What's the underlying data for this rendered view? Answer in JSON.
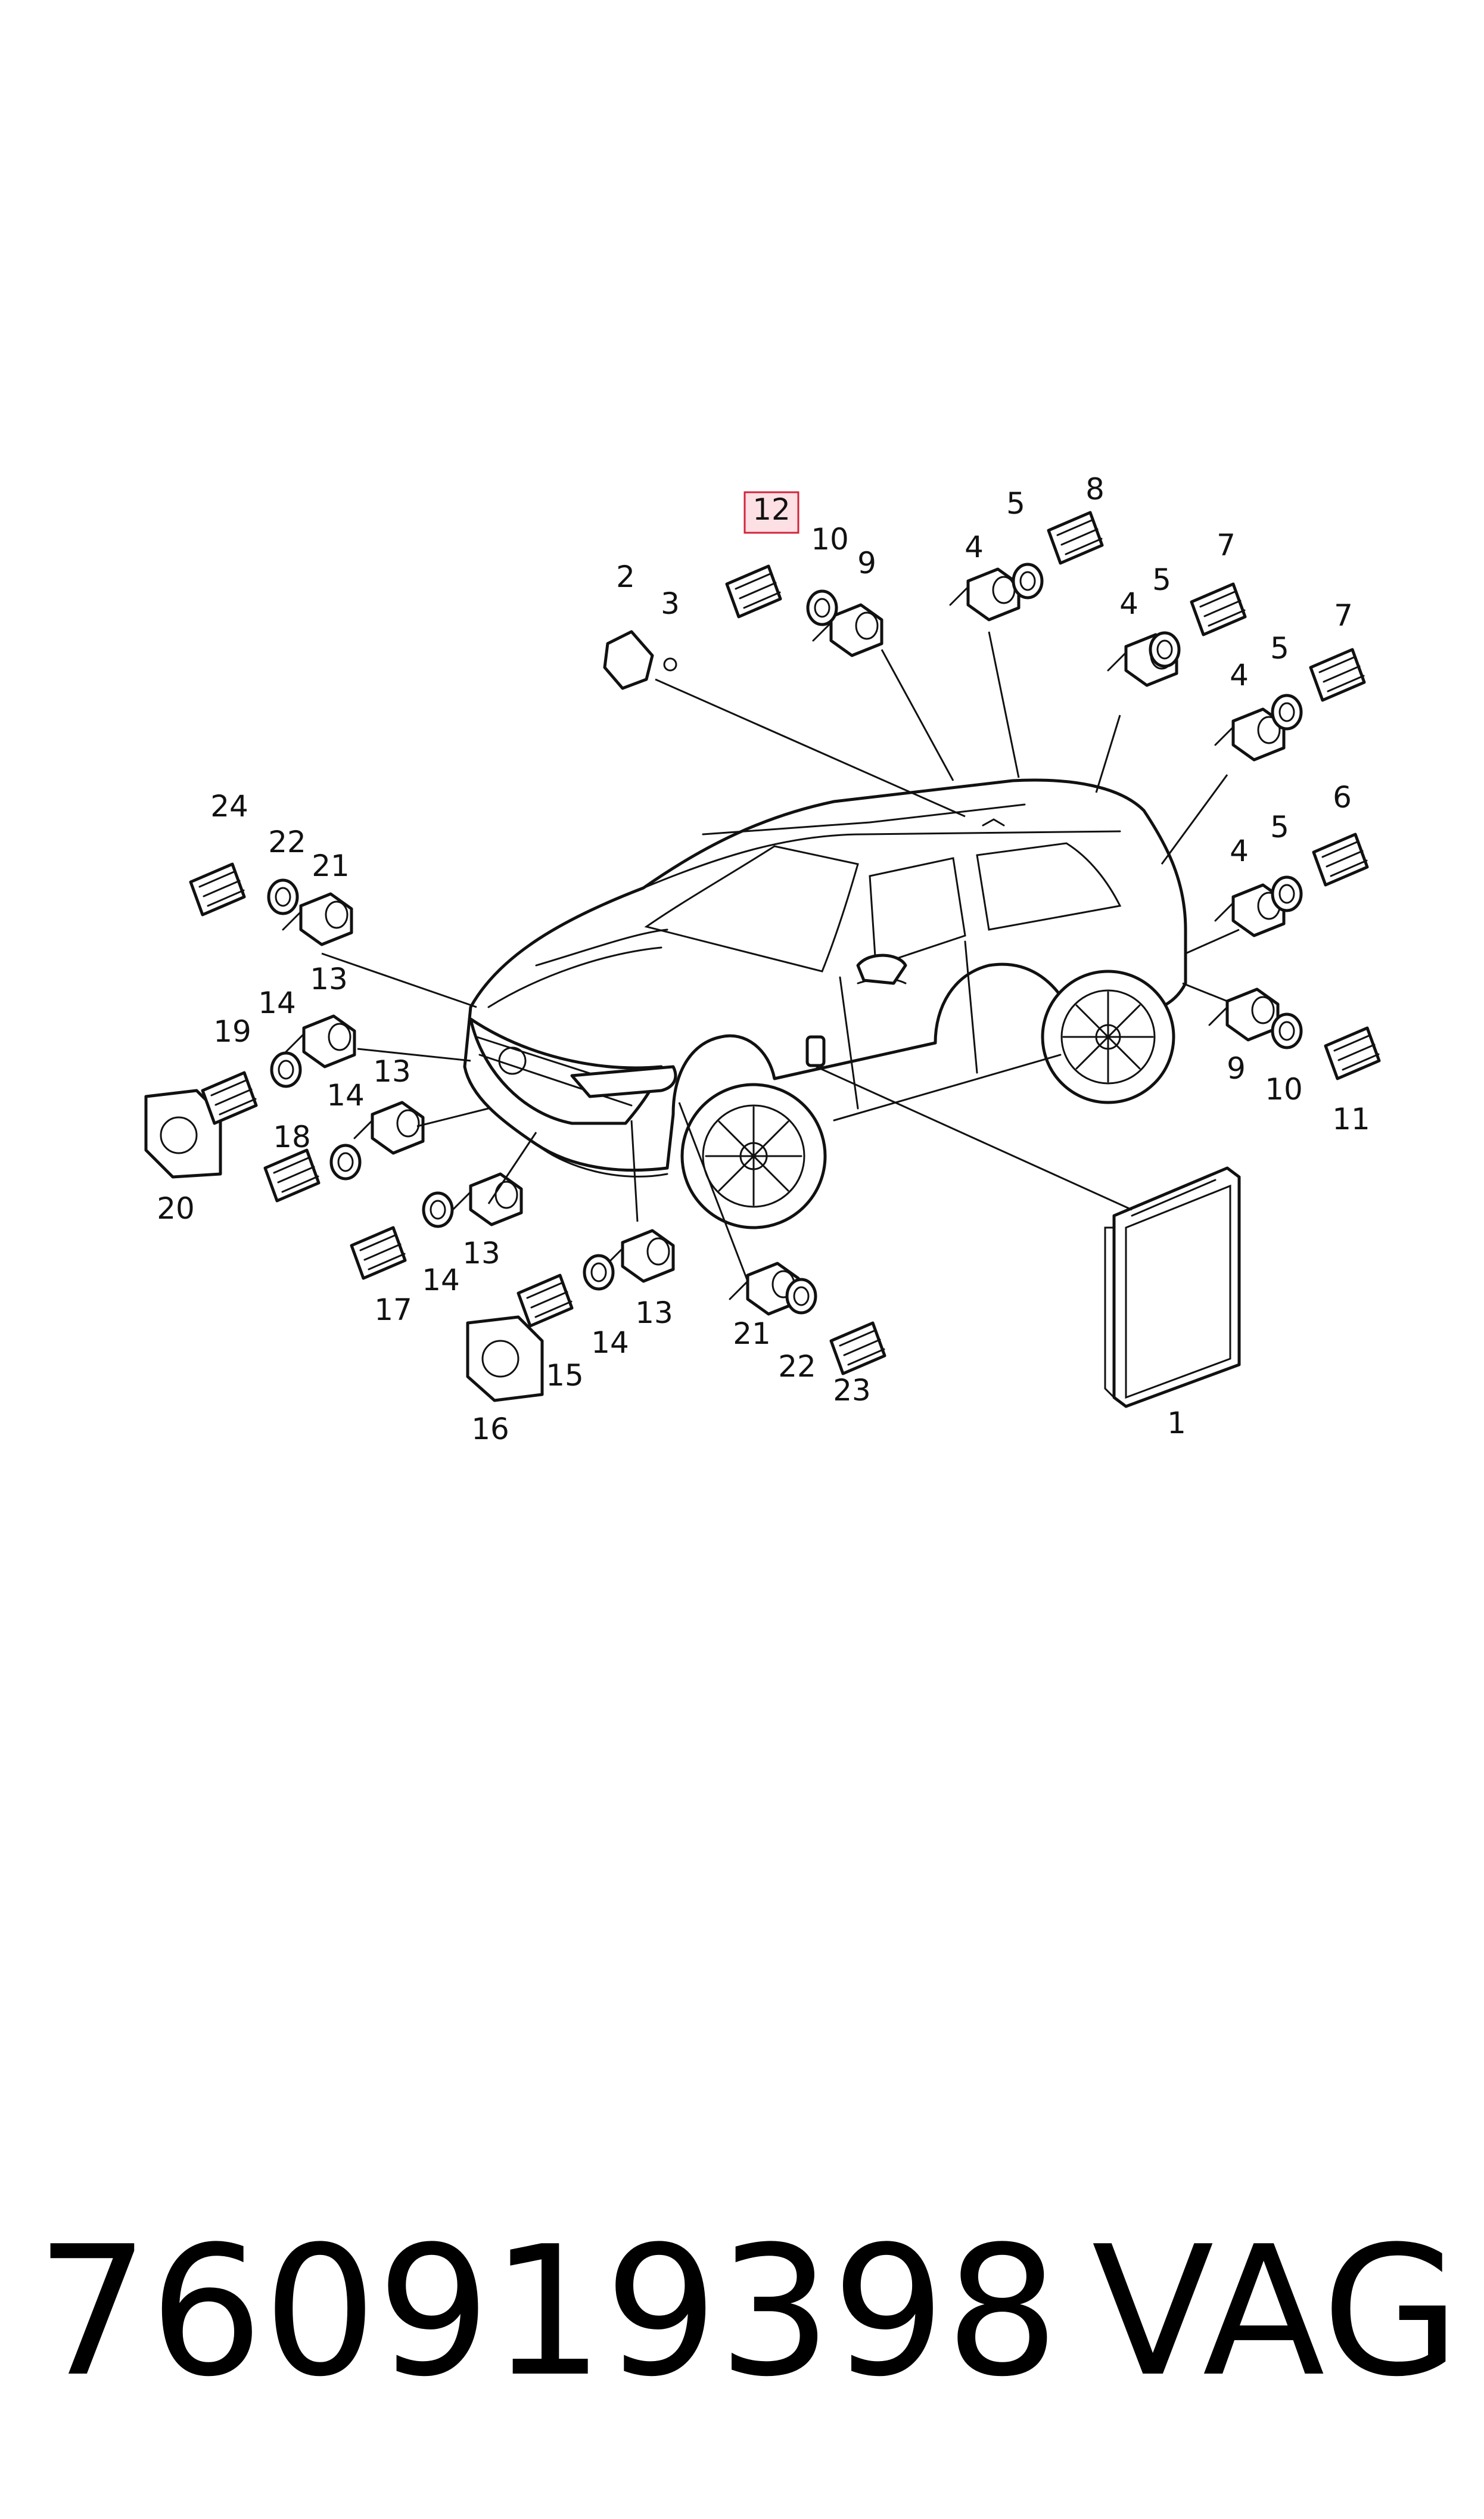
{
  "diagram": {
    "callouts": [
      {
        "id": "c1",
        "label": "1"
      },
      {
        "id": "c2",
        "label": "2"
      },
      {
        "id": "c3",
        "label": "3"
      },
      {
        "id": "c4a",
        "label": "4"
      },
      {
        "id": "c4b",
        "label": "4"
      },
      {
        "id": "c4c",
        "label": "4"
      },
      {
        "id": "c4d",
        "label": "4"
      },
      {
        "id": "c5a",
        "label": "5"
      },
      {
        "id": "c5b",
        "label": "5"
      },
      {
        "id": "c5c",
        "label": "5"
      },
      {
        "id": "c5d",
        "label": "5"
      },
      {
        "id": "c6",
        "label": "6"
      },
      {
        "id": "c7a",
        "label": "7"
      },
      {
        "id": "c7b",
        "label": "7"
      },
      {
        "id": "c8",
        "label": "8"
      },
      {
        "id": "c9a",
        "label": "9"
      },
      {
        "id": "c9b",
        "label": "9"
      },
      {
        "id": "c10a",
        "label": "10"
      },
      {
        "id": "c10b",
        "label": "10"
      },
      {
        "id": "c11",
        "label": "11"
      },
      {
        "id": "c12",
        "label": "12"
      },
      {
        "id": "c13a",
        "label": "13"
      },
      {
        "id": "c13b",
        "label": "13"
      },
      {
        "id": "c13c",
        "label": "13"
      },
      {
        "id": "c13d",
        "label": "13"
      },
      {
        "id": "c14a",
        "label": "14"
      },
      {
        "id": "c14b",
        "label": "14"
      },
      {
        "id": "c14c",
        "label": "14"
      },
      {
        "id": "c14d",
        "label": "14"
      },
      {
        "id": "c15",
        "label": "15"
      },
      {
        "id": "c16",
        "label": "16"
      },
      {
        "id": "c17",
        "label": "17"
      },
      {
        "id": "c18",
        "label": "18"
      },
      {
        "id": "c19",
        "label": "19"
      },
      {
        "id": "c20",
        "label": "20"
      },
      {
        "id": "c21a",
        "label": "21"
      },
      {
        "id": "c21b",
        "label": "21"
      },
      {
        "id": "c22a",
        "label": "22"
      },
      {
        "id": "c22b",
        "label": "22"
      },
      {
        "id": "c23",
        "label": "23"
      },
      {
        "id": "c24",
        "label": "24"
      }
    ],
    "highlighted_callout": "12",
    "highlight_color": "#d3253a"
  },
  "footer": {
    "part_number": "760919398",
    "brand": "VAG"
  }
}
